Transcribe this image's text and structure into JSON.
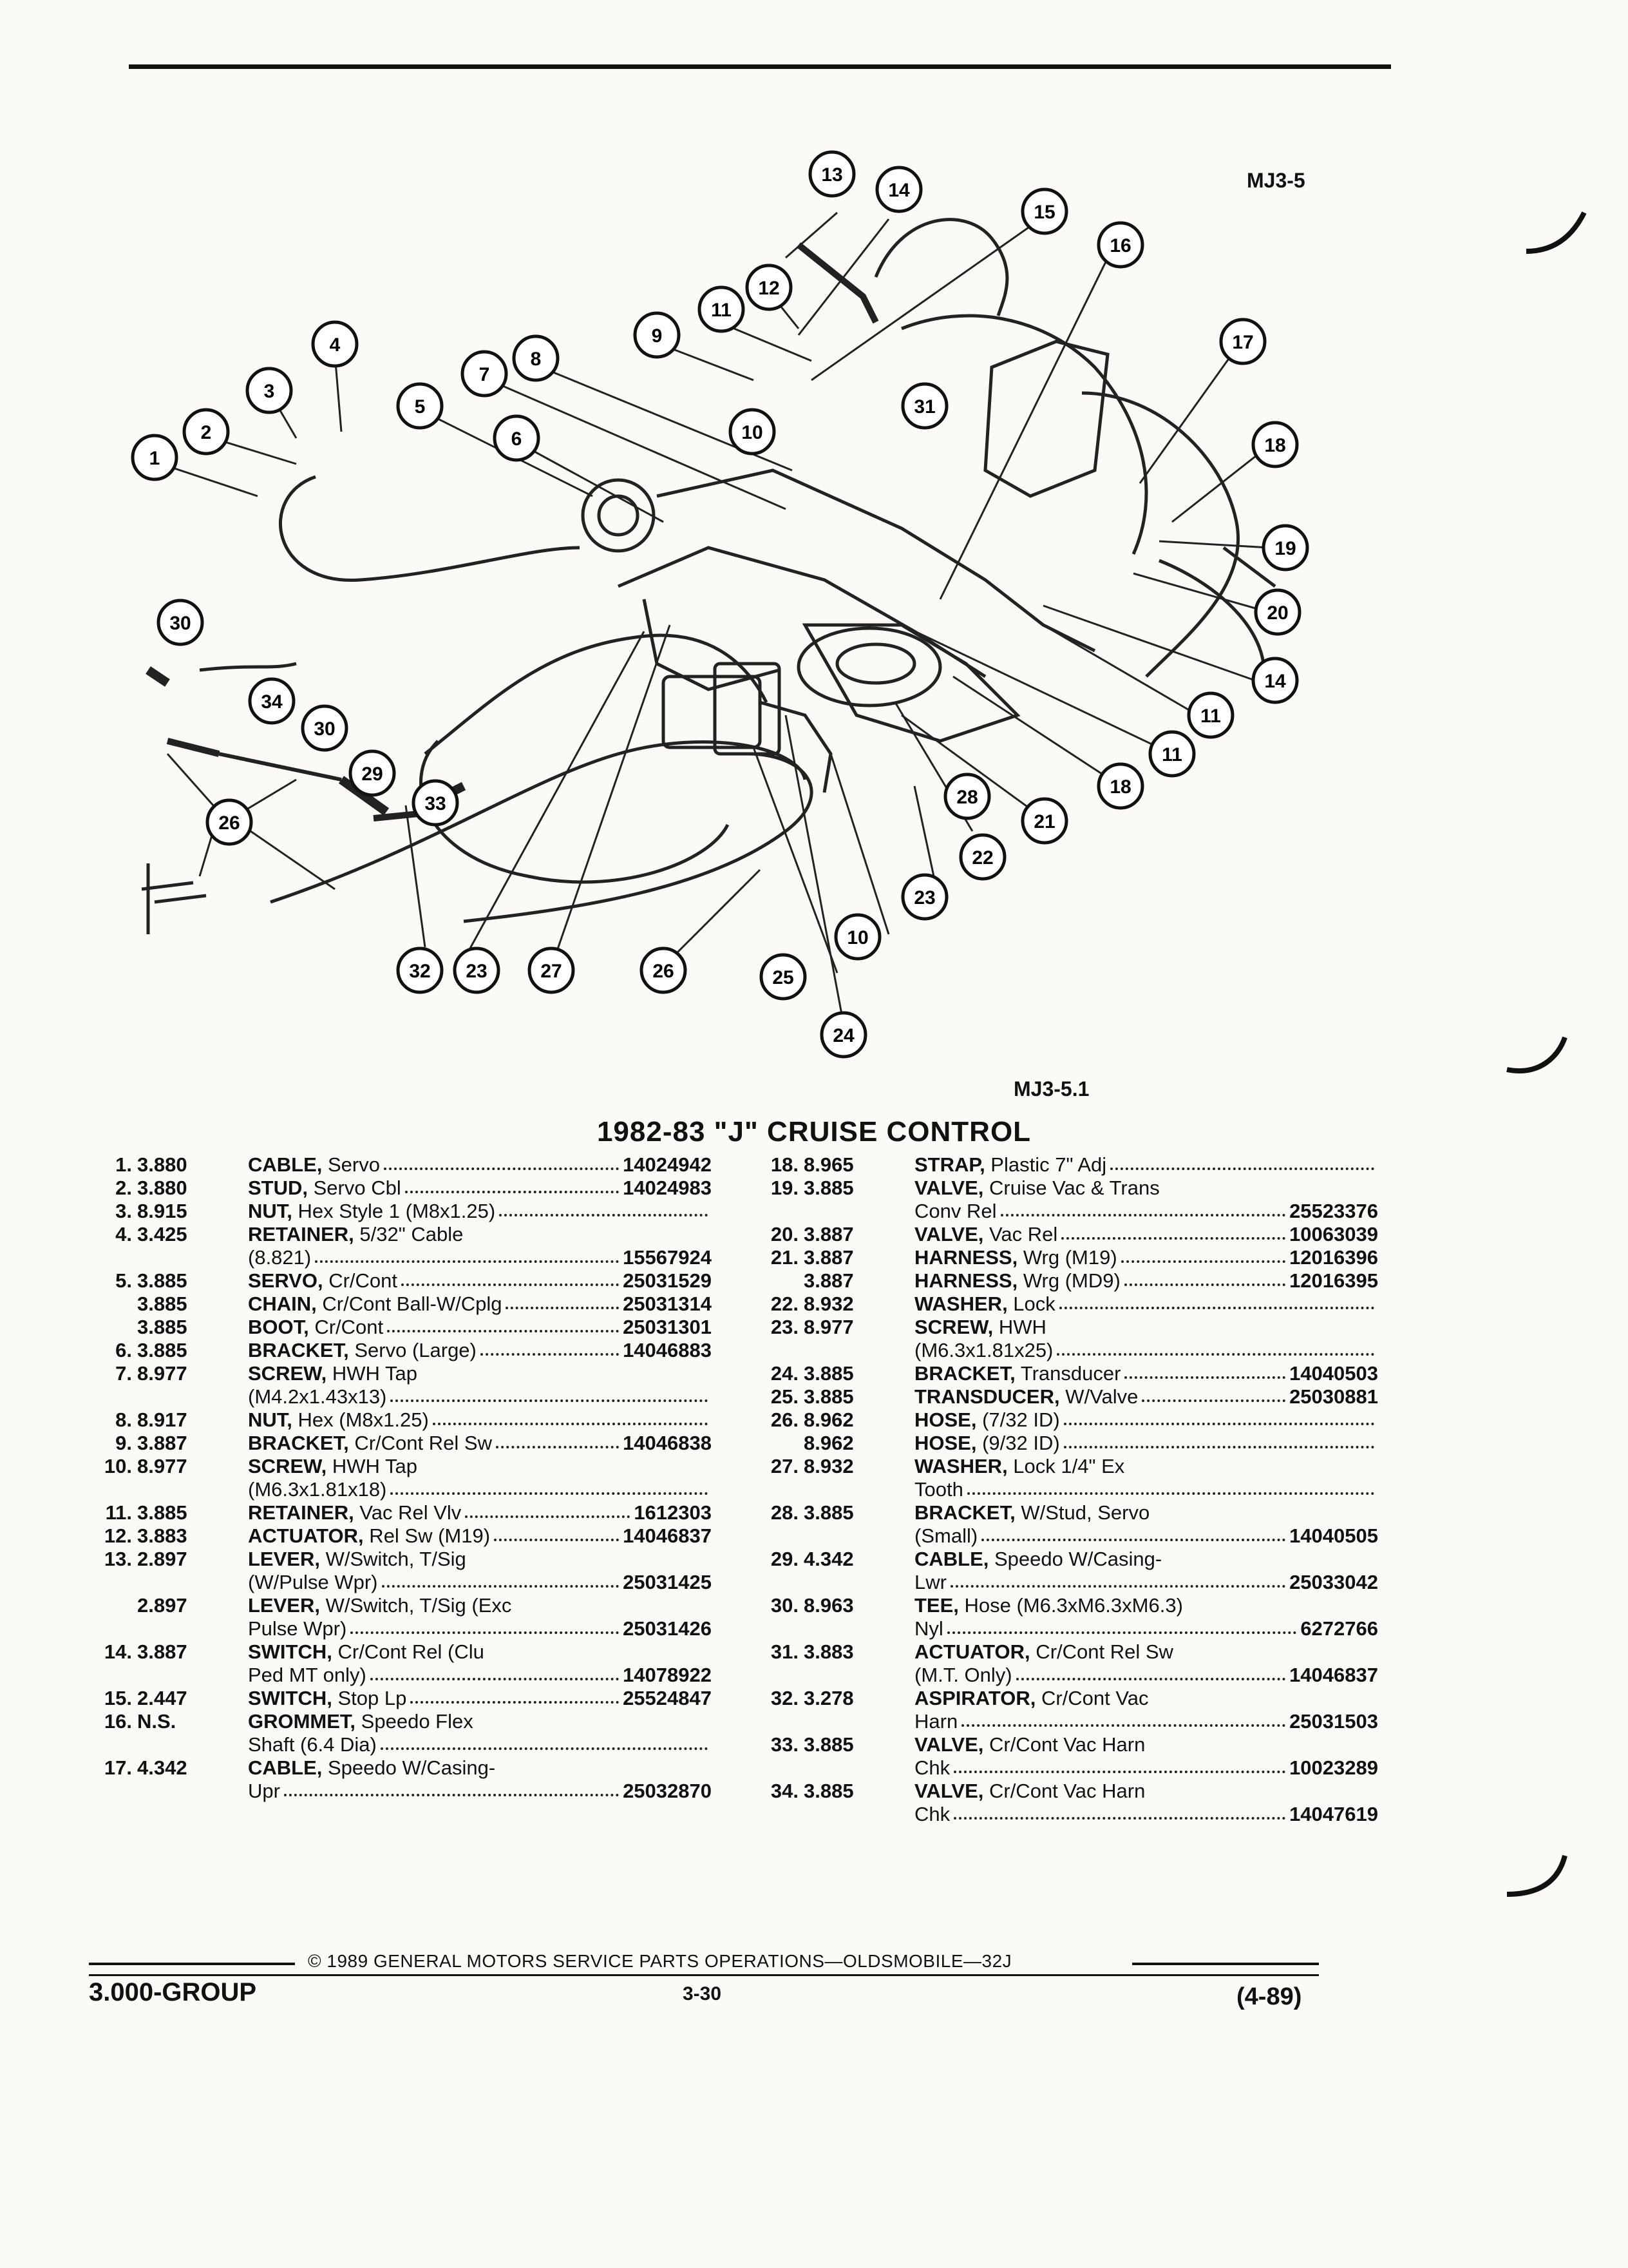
{
  "header": {
    "figure_code": "MJ3-5",
    "sub_figure_code": "MJ3-5.1"
  },
  "title": "1982-83 \"J\" CRUISE CONTROL",
  "callouts": [
    "1",
    "2",
    "3",
    "4",
    "5",
    "6",
    "7",
    "8",
    "9",
    "10",
    "11",
    "12",
    "13",
    "14",
    "15",
    "16",
    "17",
    "18",
    "19",
    "20",
    "21",
    "22",
    "23",
    "24",
    "25",
    "26",
    "27",
    "28",
    "29",
    "30",
    "31",
    "32",
    "33",
    "34"
  ],
  "left_column": [
    {
      "num": "1.",
      "grp": "3.880",
      "lines": [
        {
          "name": "CABLE,",
          "text": " Servo",
          "pn": "14024942"
        }
      ]
    },
    {
      "num": "2.",
      "grp": "3.880",
      "lines": [
        {
          "name": "STUD,",
          "text": " Servo Cbl",
          "pn": "14024983"
        }
      ]
    },
    {
      "num": "3.",
      "grp": "8.915",
      "lines": [
        {
          "name": "NUT,",
          "text": " Hex Style 1 (M8x1.25)",
          "pn": ""
        }
      ]
    },
    {
      "num": "4.",
      "grp": "3.425",
      "lines": [
        {
          "name": "RETAINER,",
          "text": " 5/32\" Cable",
          "pn": ""
        },
        {
          "name": "",
          "text": "(8.821)",
          "pn": "15567924"
        }
      ]
    },
    {
      "num": "5.",
      "grp": "3.885",
      "lines": [
        {
          "name": "SERVO,",
          "text": " Cr/Cont",
          "pn": "25031529"
        }
      ]
    },
    {
      "num": "",
      "grp": "3.885",
      "lines": [
        {
          "name": "CHAIN,",
          "text": " Cr/Cont Ball-W/Cplg",
          "pn": "25031314"
        }
      ]
    },
    {
      "num": "",
      "grp": "3.885",
      "lines": [
        {
          "name": "BOOT,",
          "text": " Cr/Cont",
          "pn": "25031301"
        }
      ]
    },
    {
      "num": "6.",
      "grp": "3.885",
      "lines": [
        {
          "name": "BRACKET,",
          "text": " Servo (Large)",
          "pn": "14046883"
        }
      ]
    },
    {
      "num": "7.",
      "grp": "8.977",
      "lines": [
        {
          "name": "SCREW,",
          "text": " HWH Tap",
          "pn": ""
        },
        {
          "name": "",
          "text": "(M4.2x1.43x13)",
          "pn": ""
        }
      ]
    },
    {
      "num": "8.",
      "grp": "8.917",
      "lines": [
        {
          "name": "NUT,",
          "text": " Hex (M8x1.25)",
          "pn": ""
        }
      ]
    },
    {
      "num": "9.",
      "grp": "3.887",
      "lines": [
        {
          "name": "BRACKET,",
          "text": " Cr/Cont Rel Sw",
          "pn": "14046838"
        }
      ]
    },
    {
      "num": "10.",
      "grp": "8.977",
      "lines": [
        {
          "name": "SCREW,",
          "text": " HWH Tap",
          "pn": ""
        },
        {
          "name": "",
          "text": "(M6.3x1.81x18)",
          "pn": ""
        }
      ]
    },
    {
      "num": "11.",
      "grp": "3.885",
      "lines": [
        {
          "name": "RETAINER,",
          "text": " Vac Rel Vlv",
          "pn": "1612303"
        }
      ]
    },
    {
      "num": "12.",
      "grp": "3.883",
      "lines": [
        {
          "name": "ACTUATOR,",
          "text": " Rel Sw (M19)",
          "pn": "14046837"
        }
      ]
    },
    {
      "num": "13.",
      "grp": "2.897",
      "lines": [
        {
          "name": "LEVER,",
          "text": " W/Switch, T/Sig",
          "pn": ""
        },
        {
          "name": "",
          "text": "(W/Pulse Wpr)",
          "pn": "25031425"
        }
      ]
    },
    {
      "num": "",
      "grp": "2.897",
      "lines": [
        {
          "name": "LEVER,",
          "text": " W/Switch, T/Sig (Exc",
          "pn": ""
        },
        {
          "name": "",
          "text": "Pulse Wpr)",
          "pn": "25031426"
        }
      ]
    },
    {
      "num": "14.",
      "grp": "3.887",
      "lines": [
        {
          "name": "SWITCH,",
          "text": " Cr/Cont Rel (Clu",
          "pn": ""
        },
        {
          "name": "",
          "text": "Ped MT only)",
          "pn": "14078922"
        }
      ]
    },
    {
      "num": "15.",
      "grp": "2.447",
      "lines": [
        {
          "name": "SWITCH,",
          "text": " Stop Lp",
          "pn": "25524847"
        }
      ]
    },
    {
      "num": "16.",
      "grp": "N.S.",
      "lines": [
        {
          "name": "GROMMET,",
          "text": " Speedo Flex",
          "pn": ""
        },
        {
          "name": "",
          "text": "Shaft (6.4 Dia)",
          "pn": ""
        }
      ]
    },
    {
      "num": "17.",
      "grp": "4.342",
      "lines": [
        {
          "name": "CABLE,",
          "text": " Speedo W/Casing-",
          "pn": ""
        },
        {
          "name": "",
          "text": "Upr",
          "pn": "25032870"
        }
      ]
    }
  ],
  "right_column": [
    {
      "num": "18.",
      "grp": "8.965",
      "lines": [
        {
          "name": "STRAP,",
          "text": " Plastic 7\" Adj",
          "pn": ""
        }
      ]
    },
    {
      "num": "19.",
      "grp": "3.885",
      "lines": [
        {
          "name": "VALVE,",
          "text": " Cruise Vac & Trans",
          "pn": ""
        },
        {
          "name": "",
          "text": "Conv Rel",
          "pn": "25523376"
        }
      ]
    },
    {
      "num": "20.",
      "grp": "3.887",
      "lines": [
        {
          "name": "VALVE,",
          "text": " Vac Rel",
          "pn": "10063039"
        }
      ]
    },
    {
      "num": "21.",
      "grp": "3.887",
      "lines": [
        {
          "name": "HARNESS,",
          "text": " Wrg (M19)",
          "pn": "12016396"
        }
      ]
    },
    {
      "num": "",
      "grp": "3.887",
      "lines": [
        {
          "name": "HARNESS,",
          "text": " Wrg (MD9)",
          "pn": "12016395"
        }
      ]
    },
    {
      "num": "22.",
      "grp": "8.932",
      "lines": [
        {
          "name": "WASHER,",
          "text": " Lock",
          "pn": ""
        }
      ]
    },
    {
      "num": "23.",
      "grp": "8.977",
      "lines": [
        {
          "name": "SCREW,",
          "text": " HWH",
          "pn": ""
        },
        {
          "name": "",
          "text": "(M6.3x1.81x25)",
          "pn": ""
        }
      ]
    },
    {
      "num": "24.",
      "grp": "3.885",
      "lines": [
        {
          "name": "BRACKET,",
          "text": " Transducer",
          "pn": "14040503"
        }
      ]
    },
    {
      "num": "25.",
      "grp": "3.885",
      "lines": [
        {
          "name": "TRANSDUCER,",
          "text": " W/Valve",
          "pn": "25030881"
        }
      ]
    },
    {
      "num": "26.",
      "grp": "8.962",
      "lines": [
        {
          "name": "HOSE,",
          "text": " (7/32 ID)",
          "pn": ""
        }
      ]
    },
    {
      "num": "",
      "grp": "8.962",
      "lines": [
        {
          "name": "HOSE,",
          "text": " (9/32 ID)",
          "pn": ""
        }
      ]
    },
    {
      "num": "27.",
      "grp": "8.932",
      "lines": [
        {
          "name": "WASHER,",
          "text": " Lock 1/4\" Ex",
          "pn": ""
        },
        {
          "name": "",
          "text": "Tooth",
          "pn": ""
        }
      ]
    },
    {
      "num": "28.",
      "grp": "3.885",
      "lines": [
        {
          "name": "BRACKET,",
          "text": " W/Stud, Servo",
          "pn": ""
        },
        {
          "name": "",
          "text": "(Small)",
          "pn": "14040505"
        }
      ]
    },
    {
      "num": "29.",
      "grp": "4.342",
      "lines": [
        {
          "name": "CABLE,",
          "text": " Speedo W/Casing-",
          "pn": ""
        },
        {
          "name": "",
          "text": "Lwr",
          "pn": "25033042"
        }
      ]
    },
    {
      "num": "30.",
      "grp": "8.963",
      "lines": [
        {
          "name": "TEE,",
          "text": " Hose (M6.3xM6.3xM6.3)",
          "pn": ""
        },
        {
          "name": "",
          "text": "Nyl",
          "pn": "6272766"
        }
      ]
    },
    {
      "num": "31.",
      "grp": "3.883",
      "lines": [
        {
          "name": "ACTUATOR,",
          "text": " Cr/Cont Rel Sw",
          "pn": ""
        },
        {
          "name": "",
          "text": "(M.T. Only)",
          "pn": "14046837"
        }
      ]
    },
    {
      "num": "32.",
      "grp": "3.278",
      "lines": [
        {
          "name": "ASPIRATOR,",
          "text": " Cr/Cont Vac",
          "pn": ""
        },
        {
          "name": "",
          "text": "Harn",
          "pn": "25031503"
        }
      ]
    },
    {
      "num": "33.",
      "grp": "3.885",
      "lines": [
        {
          "name": "VALVE,",
          "text": " Cr/Cont Vac Harn",
          "pn": ""
        },
        {
          "name": "",
          "text": "Chk",
          "pn": "10023289"
        }
      ]
    },
    {
      "num": "34.",
      "grp": "3.885",
      "lines": [
        {
          "name": "VALVE,",
          "text": " Cr/Cont Vac Harn",
          "pn": ""
        },
        {
          "name": "",
          "text": "Chk",
          "pn": "14047619"
        }
      ]
    }
  ],
  "footer": {
    "group": "3.000-GROUP",
    "copyright": "© 1989 GENERAL MOTORS SERVICE PARTS OPERATIONS—OLDSMOBILE—32J",
    "page": "3-30",
    "date": "(4-89)"
  }
}
